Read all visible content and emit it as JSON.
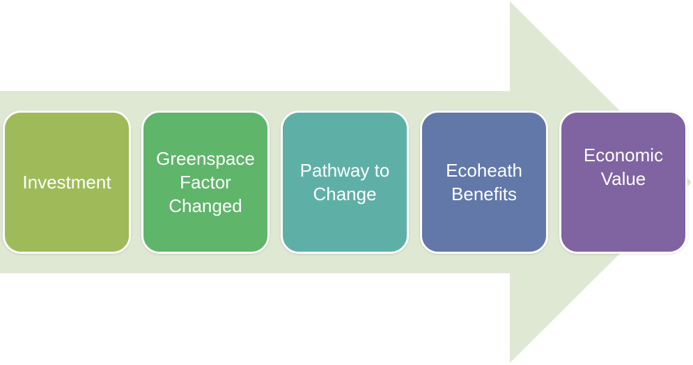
{
  "arrow": {
    "color": "#dfe8d3"
  },
  "steps": [
    {
      "label": "Investment",
      "color": "#9fbb59"
    },
    {
      "label": "Greenspace Factor Changed",
      "color": "#5fb56a"
    },
    {
      "label": "Pathway to Change",
      "color": "#5eb0a7"
    },
    {
      "label": "Ecoheath Benefits",
      "color": "#6178a9"
    },
    {
      "label": "Economic Value",
      "color": "#7f64a1"
    }
  ]
}
